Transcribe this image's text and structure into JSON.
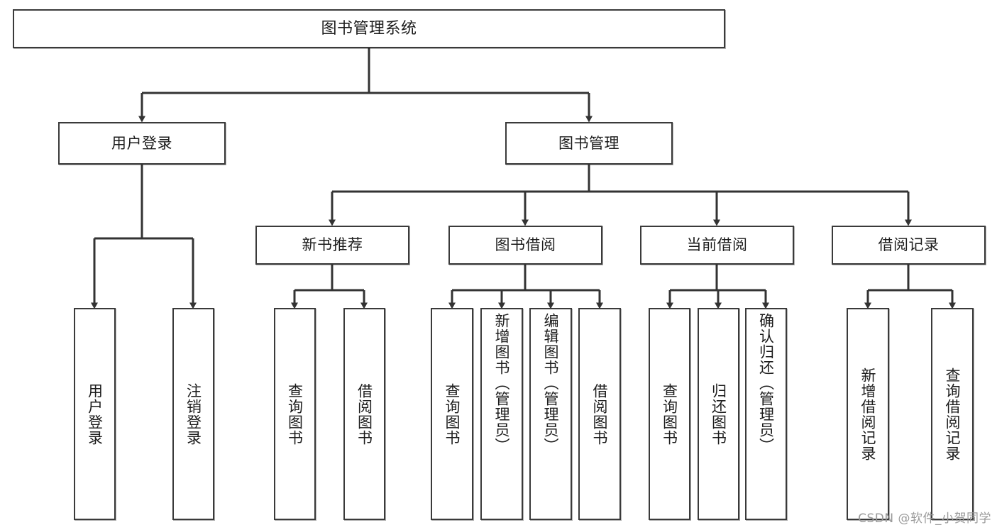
{
  "diagram": {
    "title": "图书管理系统",
    "type": "tree-hierarchy-function-chart",
    "watermark": "CSDN @软件_小贺同学",
    "colors": {
      "box_border": "#3a3a3a",
      "box_fill": "#ffffff",
      "connector": "#333333",
      "text": "#1c1c1c",
      "watermark": "#9a9a9a",
      "page_background": "#ffffff"
    },
    "root": {
      "label": "图书管理系统"
    },
    "level2": [
      {
        "label": "用户登录"
      },
      {
        "label": "图书管理"
      }
    ],
    "level3": [
      {
        "label": "新书推荐"
      },
      {
        "label": "图书借阅"
      },
      {
        "label": "当前借阅"
      },
      {
        "label": "借阅记录"
      }
    ],
    "leaves": {
      "user_login": [
        {
          "label": "用户登录"
        },
        {
          "label": "注销登录"
        }
      ],
      "new_book_recommend": [
        {
          "label": "查询图书"
        },
        {
          "label": "借阅图书"
        }
      ],
      "book_borrow": [
        {
          "label": "查询图书"
        },
        {
          "label": "新增图书（管理员）"
        },
        {
          "label": "编辑图书（管理员）"
        },
        {
          "label": "借阅图书"
        }
      ],
      "current_borrow": [
        {
          "label": "查询图书"
        },
        {
          "label": "归还图书"
        },
        {
          "label": "确认归还（管理员）"
        }
      ],
      "borrow_record": [
        {
          "label": "新增借阅记录"
        },
        {
          "label": "查询借阅记录"
        }
      ]
    }
  }
}
